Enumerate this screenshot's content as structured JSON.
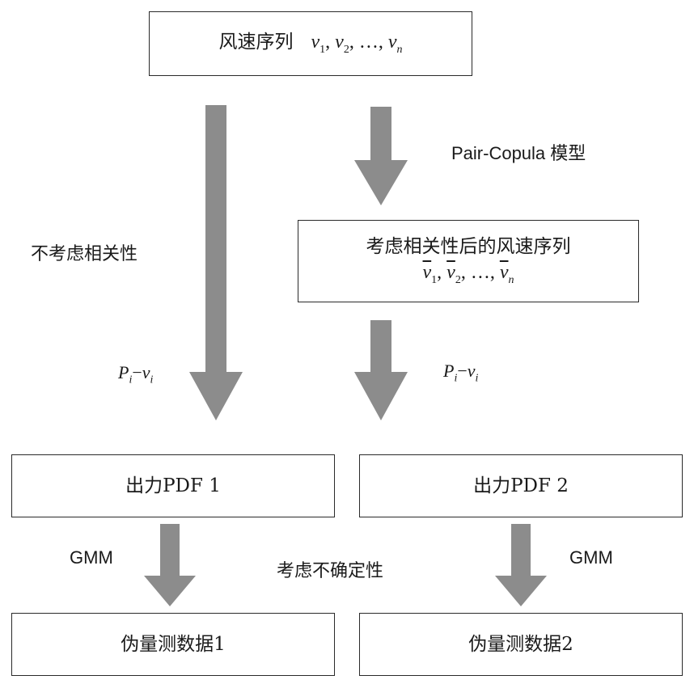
{
  "top_box": {
    "title": "风速序列",
    "sequence": {
      "v": "v",
      "s1": "1",
      "s2": "2",
      "sn": "n",
      "sep": ", ",
      "ellipsis": "…"
    }
  },
  "right_mid_box": {
    "title": "考虑相关性后的风速序列",
    "sequence": {
      "v": "v",
      "s1": "1",
      "s2": "2",
      "sn": "n",
      "sep": ", ",
      "ellipsis": "…"
    }
  },
  "labels": {
    "pair_copula": "Pair-Copula 模型",
    "no_correlation": "不考虑相关性",
    "pv_left": {
      "P": "P",
      "i": "i",
      "dash": "−",
      "v": "v",
      "i2": "i"
    },
    "pv_right": {
      "P": "P",
      "i": "i",
      "dash": "−",
      "v": "v",
      "i2": "i"
    },
    "gmm_left": "GMM",
    "gmm_right": "GMM",
    "uncertainty": "考虑不确定性"
  },
  "pdf_boxes": [
    {
      "label": "出力PDF 1"
    },
    {
      "label": "出力PDF 2"
    }
  ],
  "pseudo_boxes": [
    {
      "label": "伪量测数据1"
    },
    {
      "label": "伪量测数据2"
    }
  ],
  "colors": {
    "arrow": "#8c8c8c",
    "border": "#2a2a2a"
  }
}
